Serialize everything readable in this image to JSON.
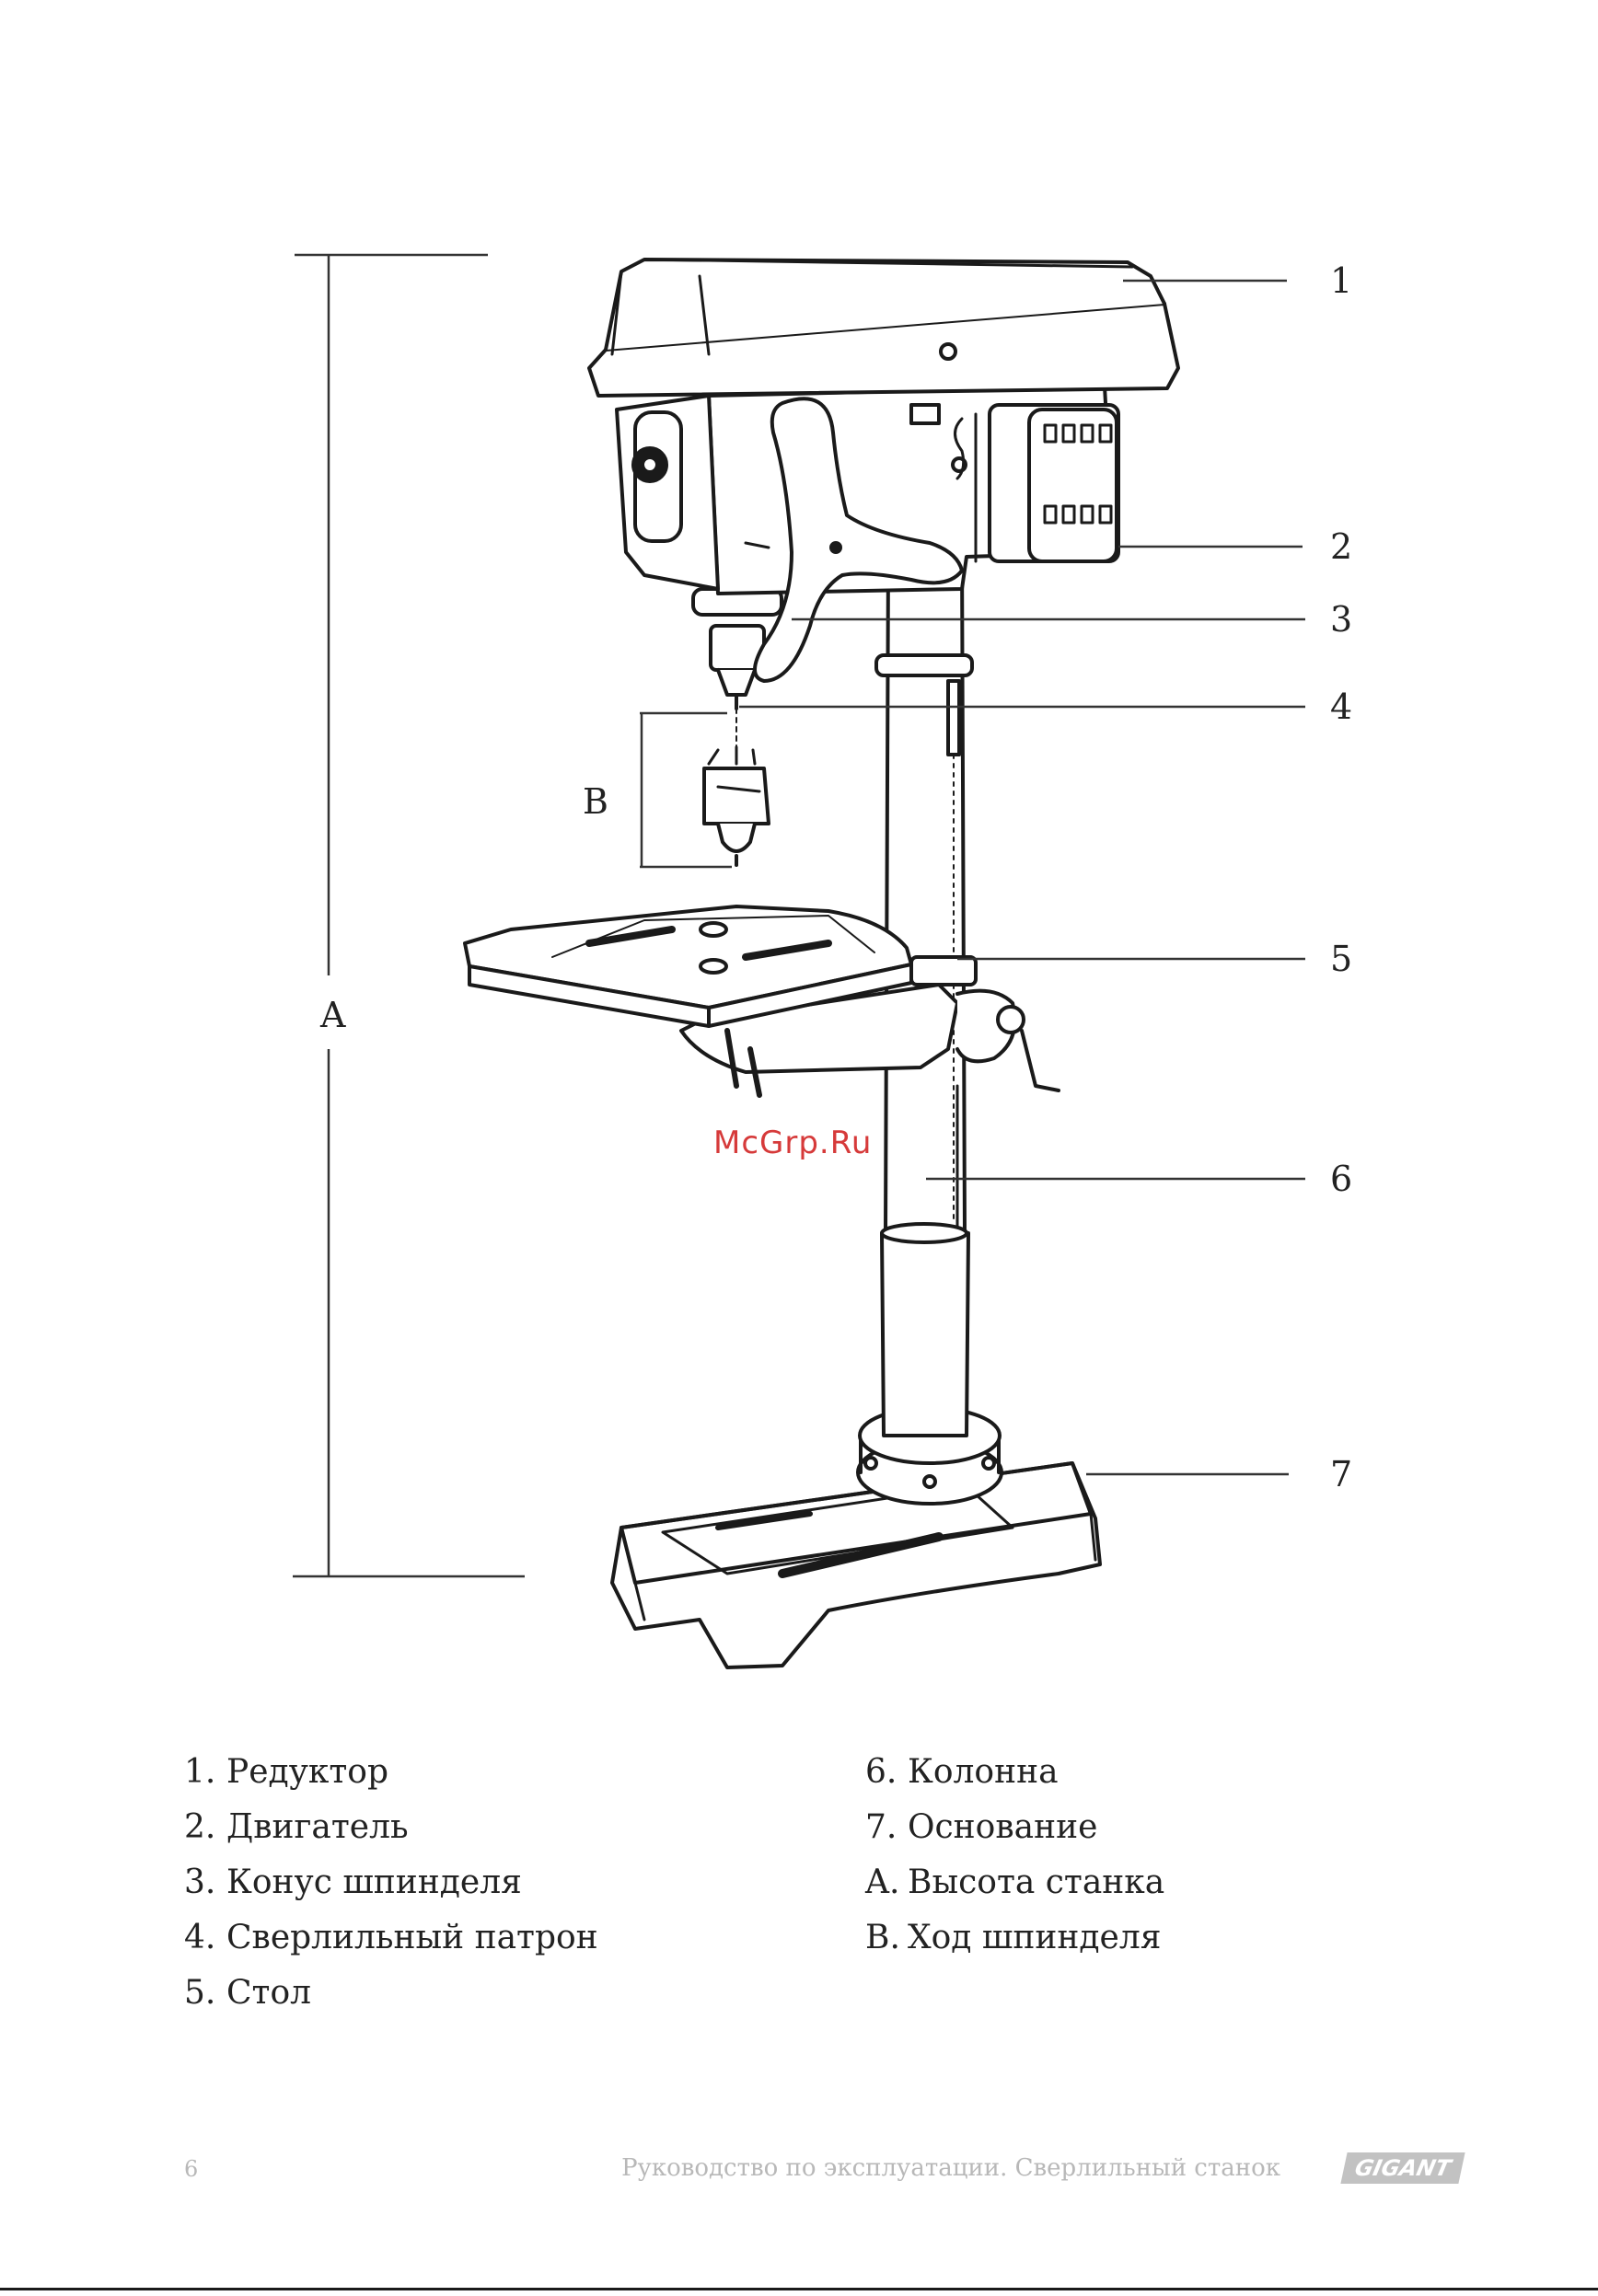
{
  "figure": {
    "callouts": [
      "1",
      "2",
      "3",
      "4",
      "5",
      "6",
      "7"
    ],
    "dim_a": "A",
    "dim_b": "B"
  },
  "watermark": "McGrp.Ru",
  "legend": {
    "left": [
      {
        "num": "1.",
        "label": "Редуктор"
      },
      {
        "num": "2.",
        "label": "Двигатель"
      },
      {
        "num": "3.",
        "label": "Конус шпинделя"
      },
      {
        "num": "4.",
        "label": "Сверлильный патрон"
      },
      {
        "num": "5.",
        "label": "Стол"
      }
    ],
    "right": [
      {
        "num": "6.",
        "label": "Колонна"
      },
      {
        "num": "7.",
        "label": "Основание"
      },
      {
        "num": "A.",
        "label": "Высота станка"
      },
      {
        "num": "B.",
        "label": "Ход шпинделя"
      }
    ]
  },
  "footer": {
    "page_number": "6",
    "title": "Руководство по эксплуатации. Сверлильный станок",
    "logo": "GIGANT"
  }
}
